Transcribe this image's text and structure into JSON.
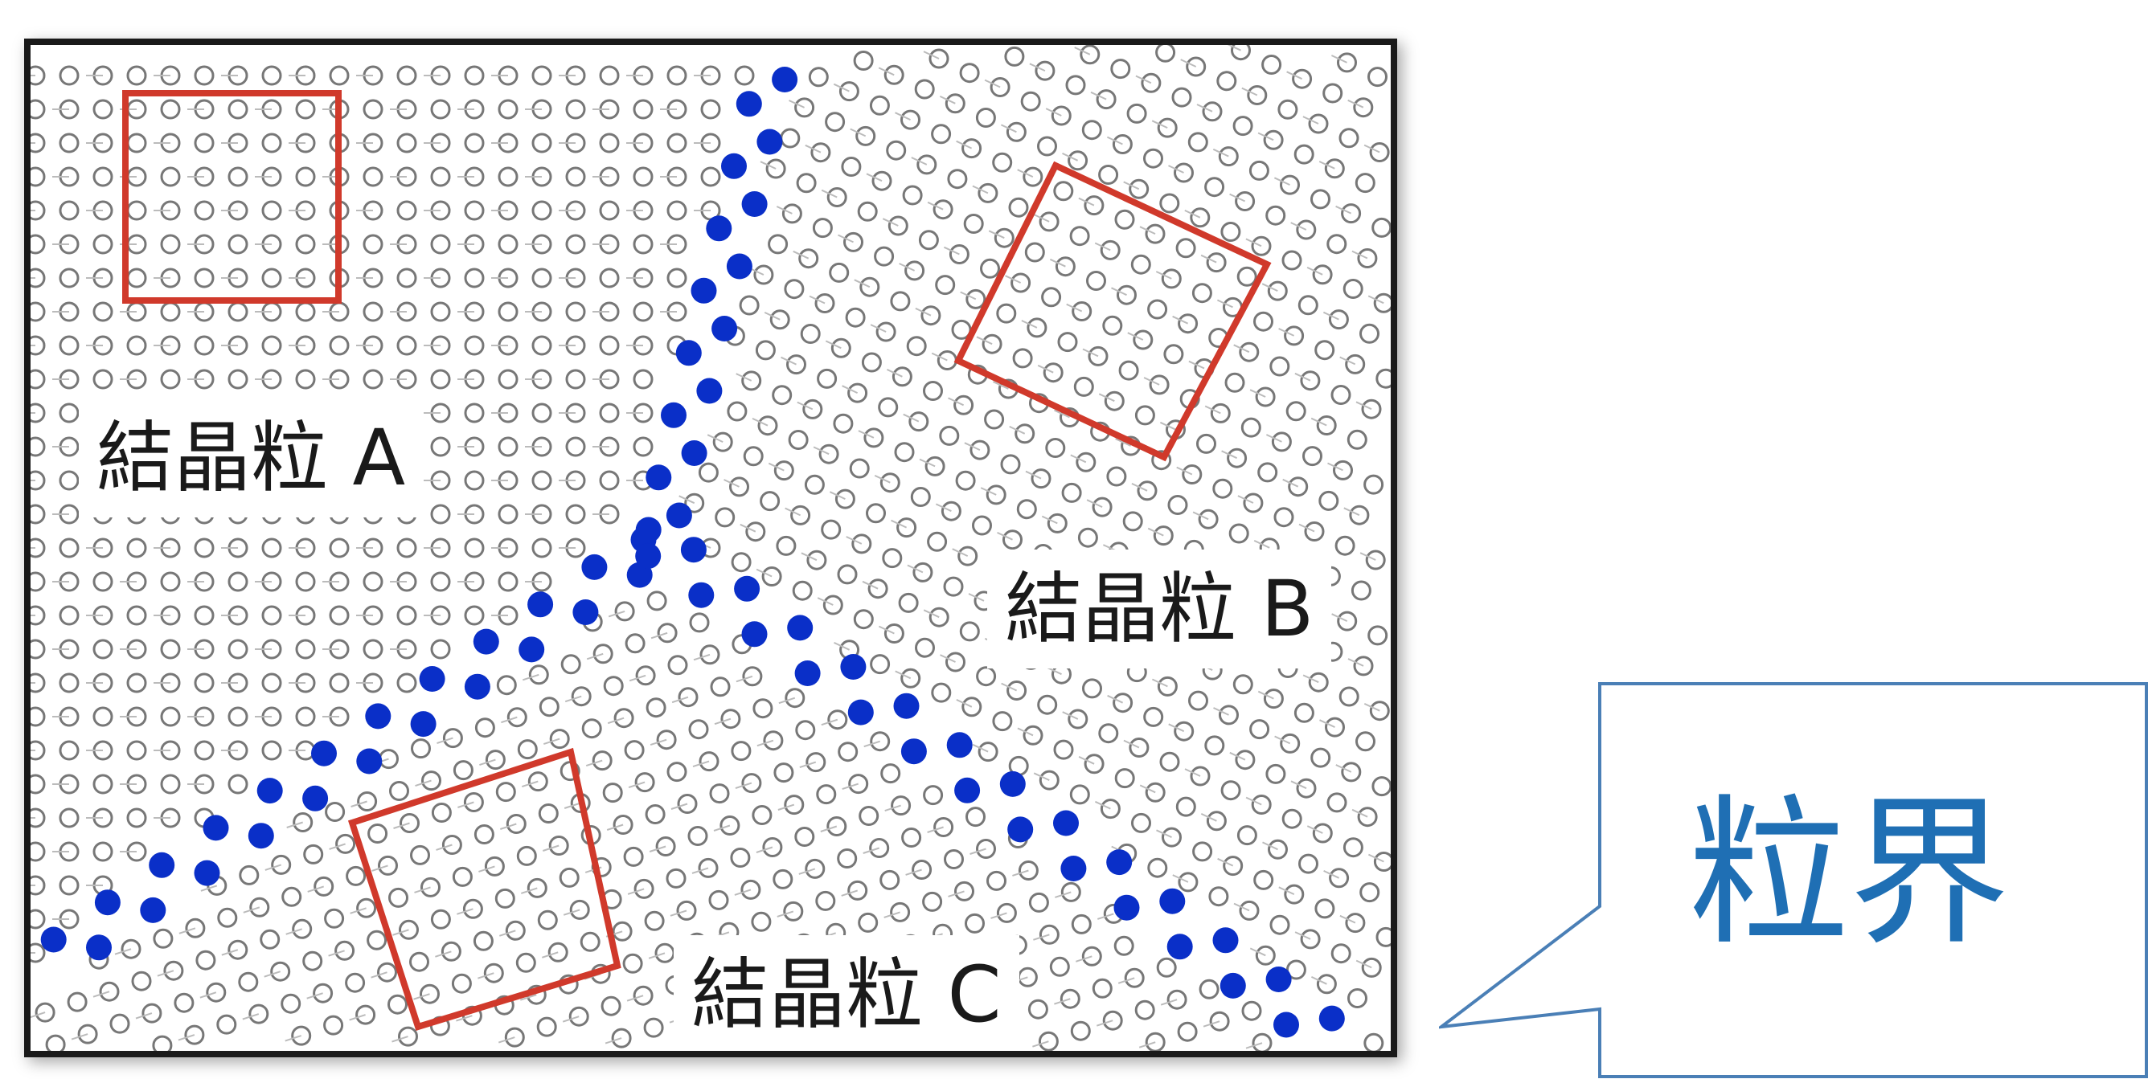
{
  "diagram": {
    "grains": [
      {
        "label": "結晶粒 A"
      },
      {
        "label": "結晶粒 B"
      },
      {
        "label": "結晶粒 C"
      }
    ],
    "callout": {
      "label": "粒界"
    },
    "colors": {
      "frame": "#1a1a1a",
      "atom_outline": "#777777",
      "boundary_atom": "#0a2fc8",
      "unit_cell_box": "#d0392b",
      "callout_border": "#4a7fb6",
      "callout_text": "#1f6fb4"
    }
  }
}
